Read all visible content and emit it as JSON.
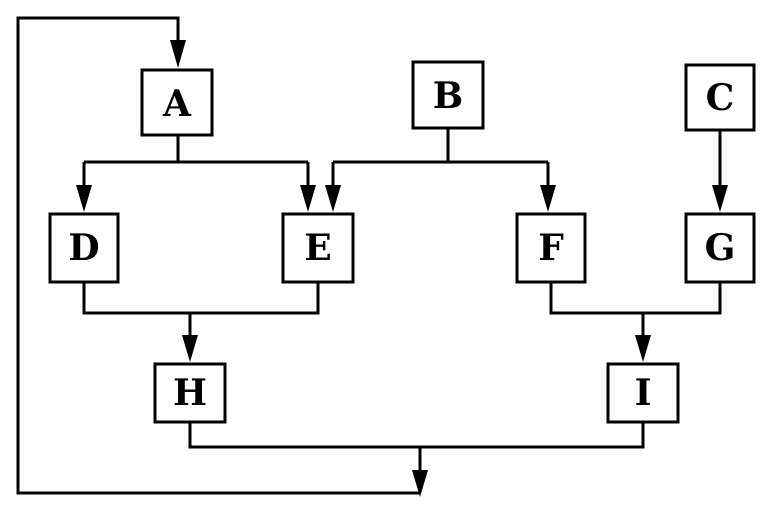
{
  "nodes": {
    "A": "A",
    "B": "B",
    "C": "C",
    "D": "D",
    "E": "E",
    "F": "F",
    "G": "G",
    "H": "H",
    "I": "I"
  },
  "edges": [
    {
      "from": "A",
      "to": "D"
    },
    {
      "from": "A",
      "to": "E"
    },
    {
      "from": "B",
      "to": "E"
    },
    {
      "from": "B",
      "to": "F"
    },
    {
      "from": "C",
      "to": "G"
    },
    {
      "from": "D",
      "to": "H"
    },
    {
      "from": "E",
      "to": "H"
    },
    {
      "from": "F",
      "to": "I"
    },
    {
      "from": "G",
      "to": "I"
    },
    {
      "from": "H",
      "to": "A"
    },
    {
      "from": "I",
      "to": "A"
    }
  ],
  "colors": {
    "stroke": "#000000",
    "fill": "#ffffff"
  }
}
